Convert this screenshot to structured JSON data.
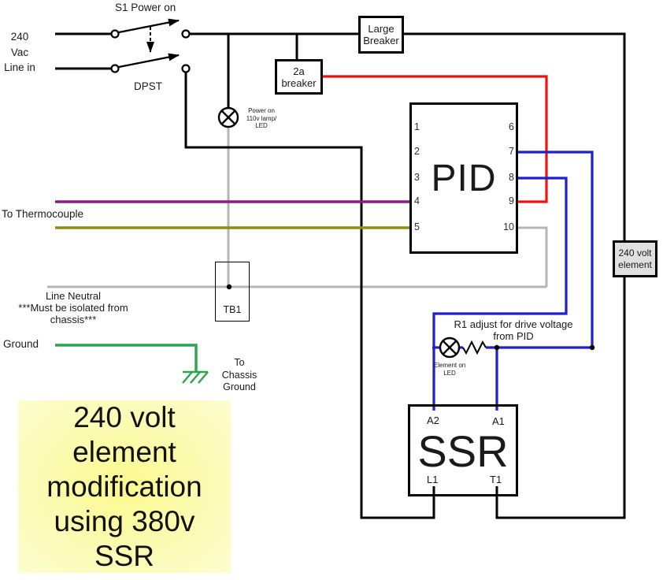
{
  "diagram": {
    "feed": {
      "lines": [
        "240",
        "Vac",
        "Line in"
      ]
    },
    "switch": {
      "label": "S1 Power on",
      "type": "DPST"
    },
    "large_breaker": {
      "lines": [
        "Large",
        "Breaker"
      ]
    },
    "small_breaker": {
      "lines": [
        "2a",
        "breaker"
      ]
    },
    "power_lamp": {
      "lines": [
        "Power on",
        "110v lamp/",
        "LED"
      ]
    },
    "pid": {
      "title": "PID",
      "pins_left": [
        "1",
        "2",
        "3",
        "4",
        "5"
      ],
      "pins_right": [
        "6",
        "7",
        "8",
        "9",
        "10"
      ]
    },
    "thermocouple_label": "To Thermocouple",
    "neutral_note": {
      "lines": [
        "Line Neutral",
        "***Must be isolated from",
        "chassis***"
      ]
    },
    "tb1_label": "TB1",
    "ground_label": "Ground",
    "chassis_note": {
      "lines": [
        "To",
        "Chassis",
        "Ground"
      ]
    },
    "r1_note": {
      "lines": [
        "R1 adjust for drive voltage",
        "from PID"
      ]
    },
    "element_lamp": {
      "lines": [
        "Element on",
        "LED"
      ]
    },
    "ssr": {
      "title": "SSR",
      "a2": "A2",
      "a1": "A1",
      "l1": "L1",
      "t1": "T1"
    },
    "element_box": {
      "lines": [
        "240 volt",
        "element"
      ]
    },
    "caption": {
      "lines": [
        "240 volt",
        "element",
        "modification",
        "using 380v",
        "SSR"
      ]
    },
    "colors": {
      "hot_wire": "#000000",
      "switched_leg_red": "#ee1111",
      "pid_drive_blue": "#1f1fd0",
      "thermocouple_purple": "#8c188c",
      "thermocouple_olive": "#8e8e14",
      "neutral_gray": "#b5b5b5",
      "ground_green": "#2ba44d",
      "element_box_fill": "#e0e0e0",
      "caption_highlight": "#fbfa8e"
    }
  }
}
